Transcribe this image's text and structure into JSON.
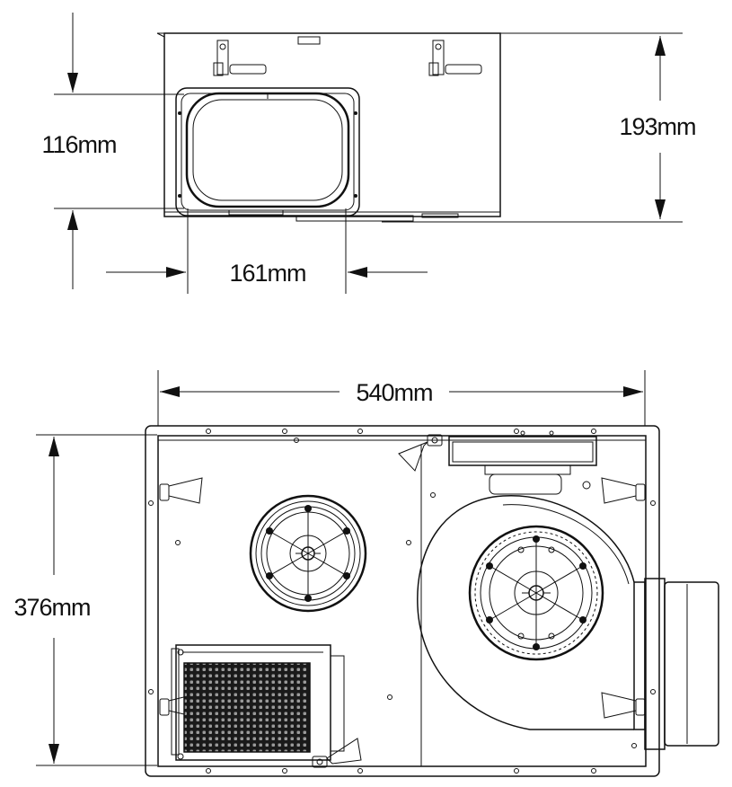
{
  "dimensions": {
    "side_height_total": "193mm",
    "side_outlet_height": "116mm",
    "side_outlet_width": "161mm",
    "top_width": "540mm",
    "top_depth": "376mm"
  },
  "colors": {
    "line": "#111111",
    "background": "#ffffff",
    "grille": "#222222"
  }
}
